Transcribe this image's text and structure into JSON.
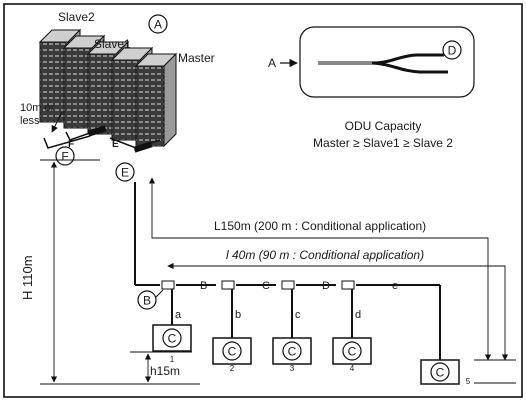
{
  "units": {
    "master_label": "Master",
    "slave1_label": "Slave1",
    "slave2_label": "Slave2",
    "group_marker": "A"
  },
  "inset": {
    "arrow_label": "A",
    "marker": "D"
  },
  "capacity": {
    "title": "ODU Capacity",
    "relation": "Master ≥ Slave1 ≥ Slave 2"
  },
  "labels": {
    "distance_line1": "10m or",
    "distance_line2": "less",
    "F_small": "F",
    "E_small": "E",
    "F_marker": "F",
    "E_marker": "E",
    "B_marker": "B",
    "L_length": "L150m (200 m : Conditional application)",
    "l_length": "l 40m (90 m : Conditional application)",
    "H_height": "H 110m",
    "h_height": "h15m"
  },
  "branches": {
    "B": "B",
    "C": "C",
    "D": "D",
    "e": "e",
    "a": "a",
    "b": "b",
    "c": "c",
    "d": "d"
  },
  "indoor_units": [
    {
      "marker": "C",
      "number": "1"
    },
    {
      "marker": "C",
      "number": "2"
    },
    {
      "marker": "C",
      "number": "3"
    },
    {
      "marker": "C",
      "number": "4"
    },
    {
      "marker": "C",
      "number": "5"
    }
  ]
}
